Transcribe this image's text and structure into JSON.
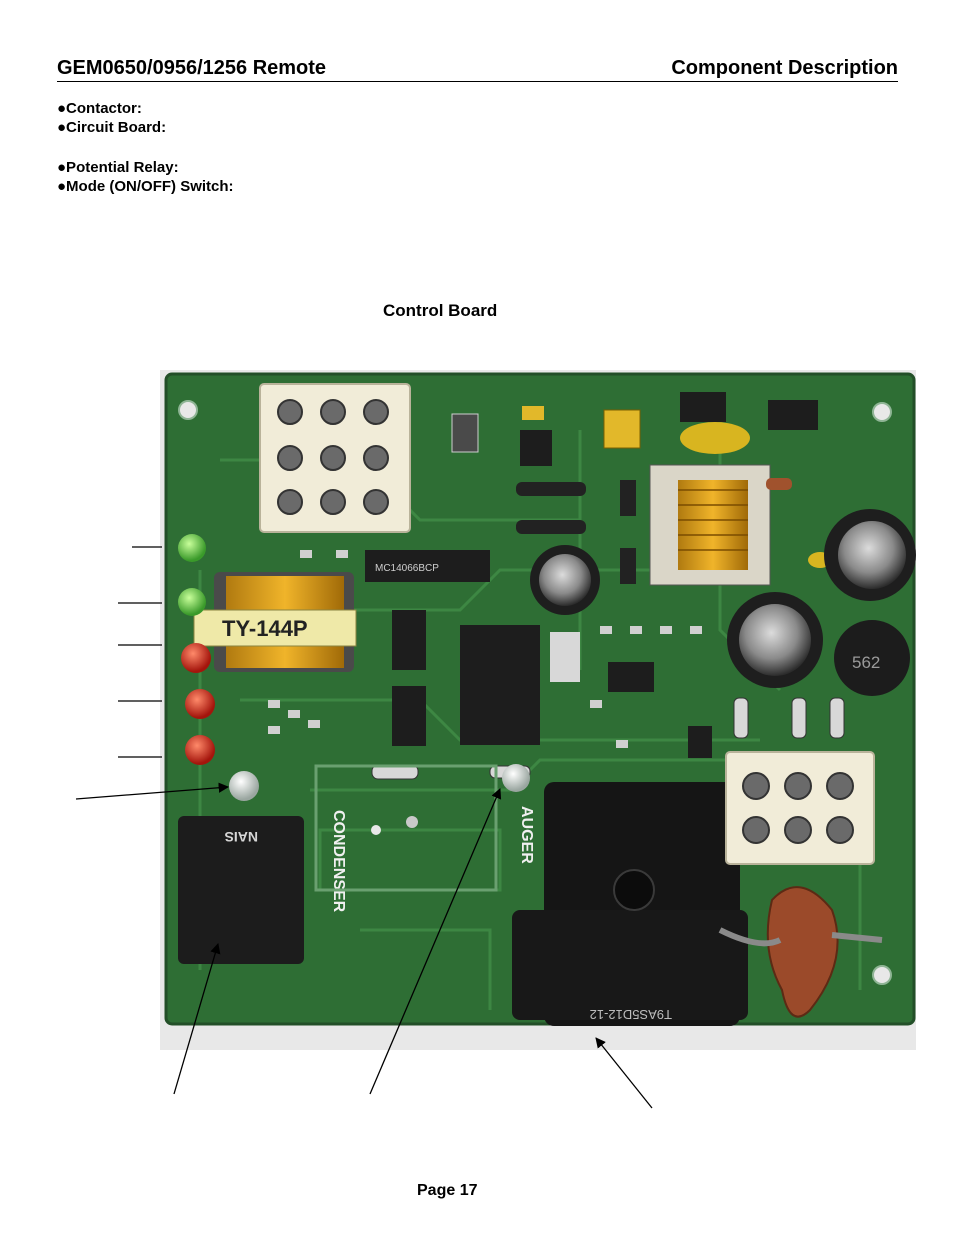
{
  "header": {
    "title": "GEM0650/0956/1256 Remote",
    "section": "Component Description"
  },
  "bullets": [
    "●Contactor:",
    "●Circuit Board:",
    "●Potential Relay:",
    "●Mode (ON/OFF) Switch:"
  ],
  "figure": {
    "caption": "Control Board",
    "board_labels": {
      "transformer": "TY-144P",
      "relay_k2": "NAIS",
      "relay_k1": "T9AS5D12-12",
      "condenser": "CONDENSER",
      "auger": "AUGER",
      "cap": "562",
      "chip": "MC14066BCP"
    }
  },
  "footer": {
    "page": "Page 17"
  },
  "colors": {
    "pcb": "#2e6e34",
    "led_green": "#5fd04a",
    "led_red": "#d42a1f",
    "relay_black": "#1c1c1c"
  }
}
